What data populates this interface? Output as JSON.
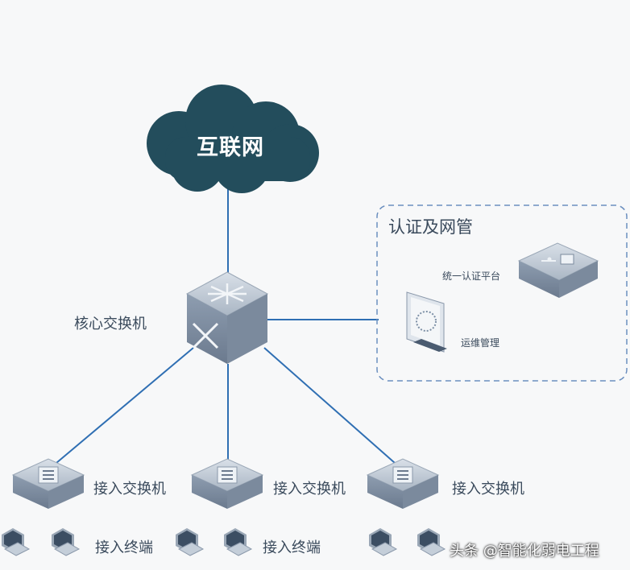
{
  "internet": {
    "label": "互联网"
  },
  "core_switch": {
    "label": "核心交换机"
  },
  "auth_group": {
    "title": "认证及网管",
    "platform_label": "统一认证平台",
    "ops_label": "运维管理"
  },
  "access_switches": [
    {
      "label": "接入交换机"
    },
    {
      "label": "接入交换机"
    },
    {
      "label": "接入交换机"
    }
  ],
  "terminal_groups": [
    {
      "label": "接入终端"
    },
    {
      "label": "接入终端"
    }
  ],
  "watermark": "头条 @智能化弱电工程",
  "colors": {
    "cloud": "#234d5c",
    "link": "#2f6fb3",
    "device_top": "#bcc7d4",
    "device_side": "#7f8fa3",
    "dashed_border": "#6b8fbf"
  }
}
